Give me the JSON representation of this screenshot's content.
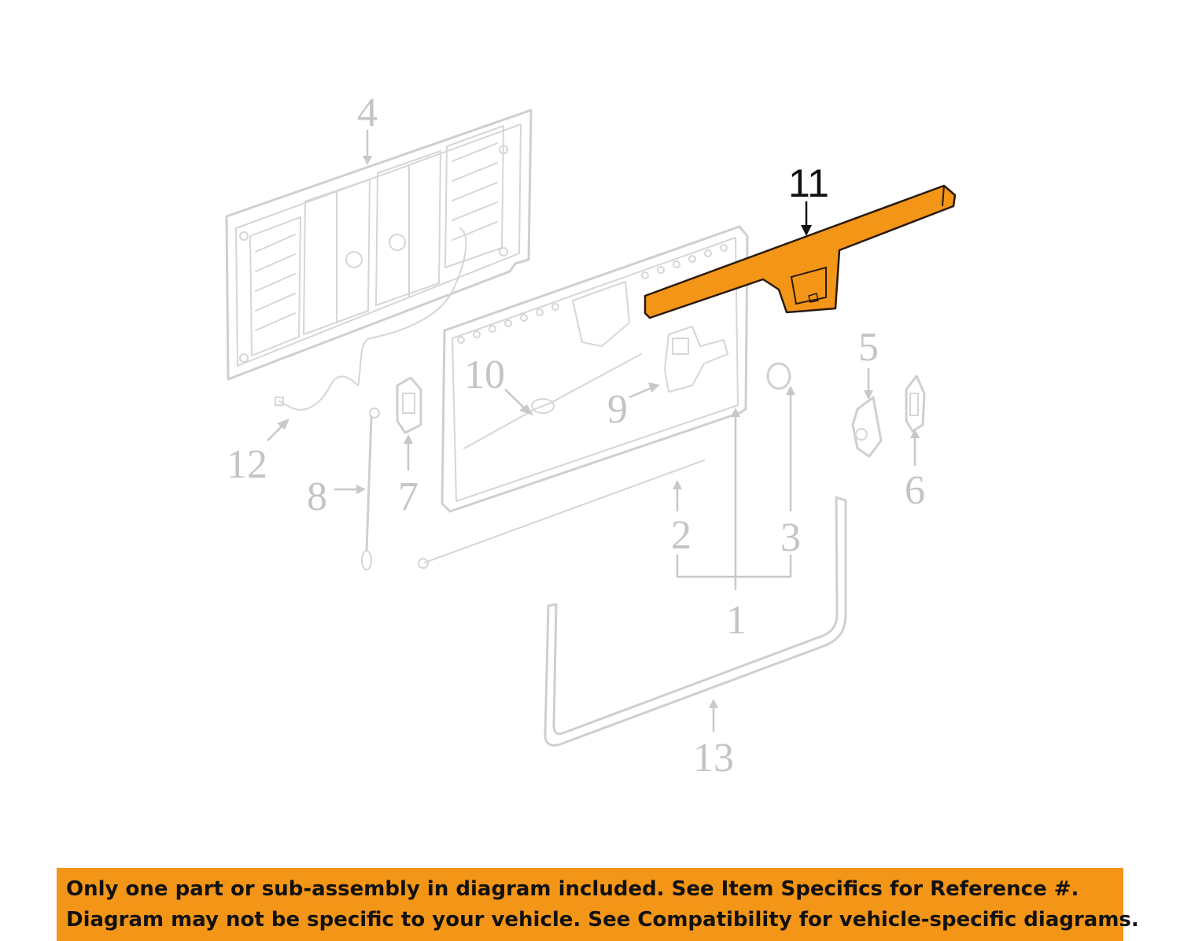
{
  "diagram": {
    "highlight_color": "#f39517",
    "callouts": [
      {
        "id": "1",
        "label": "1"
      },
      {
        "id": "2",
        "label": "2"
      },
      {
        "id": "3",
        "label": "3"
      },
      {
        "id": "4",
        "label": "4"
      },
      {
        "id": "5",
        "label": "5"
      },
      {
        "id": "6",
        "label": "6"
      },
      {
        "id": "7",
        "label": "7"
      },
      {
        "id": "8",
        "label": "8"
      },
      {
        "id": "9",
        "label": "9"
      },
      {
        "id": "10",
        "label": "10"
      },
      {
        "id": "11",
        "label": "11",
        "highlighted": true
      },
      {
        "id": "12",
        "label": "12"
      },
      {
        "id": "13",
        "label": "13"
      }
    ]
  },
  "banner": {
    "line1": "Only one part or sub-assembly in diagram included. See Item Specifics for Reference #.",
    "line2": "Diagram may not be specific to your vehicle. See Compatibility for vehicle-specific diagrams.",
    "background": "#f39517"
  }
}
